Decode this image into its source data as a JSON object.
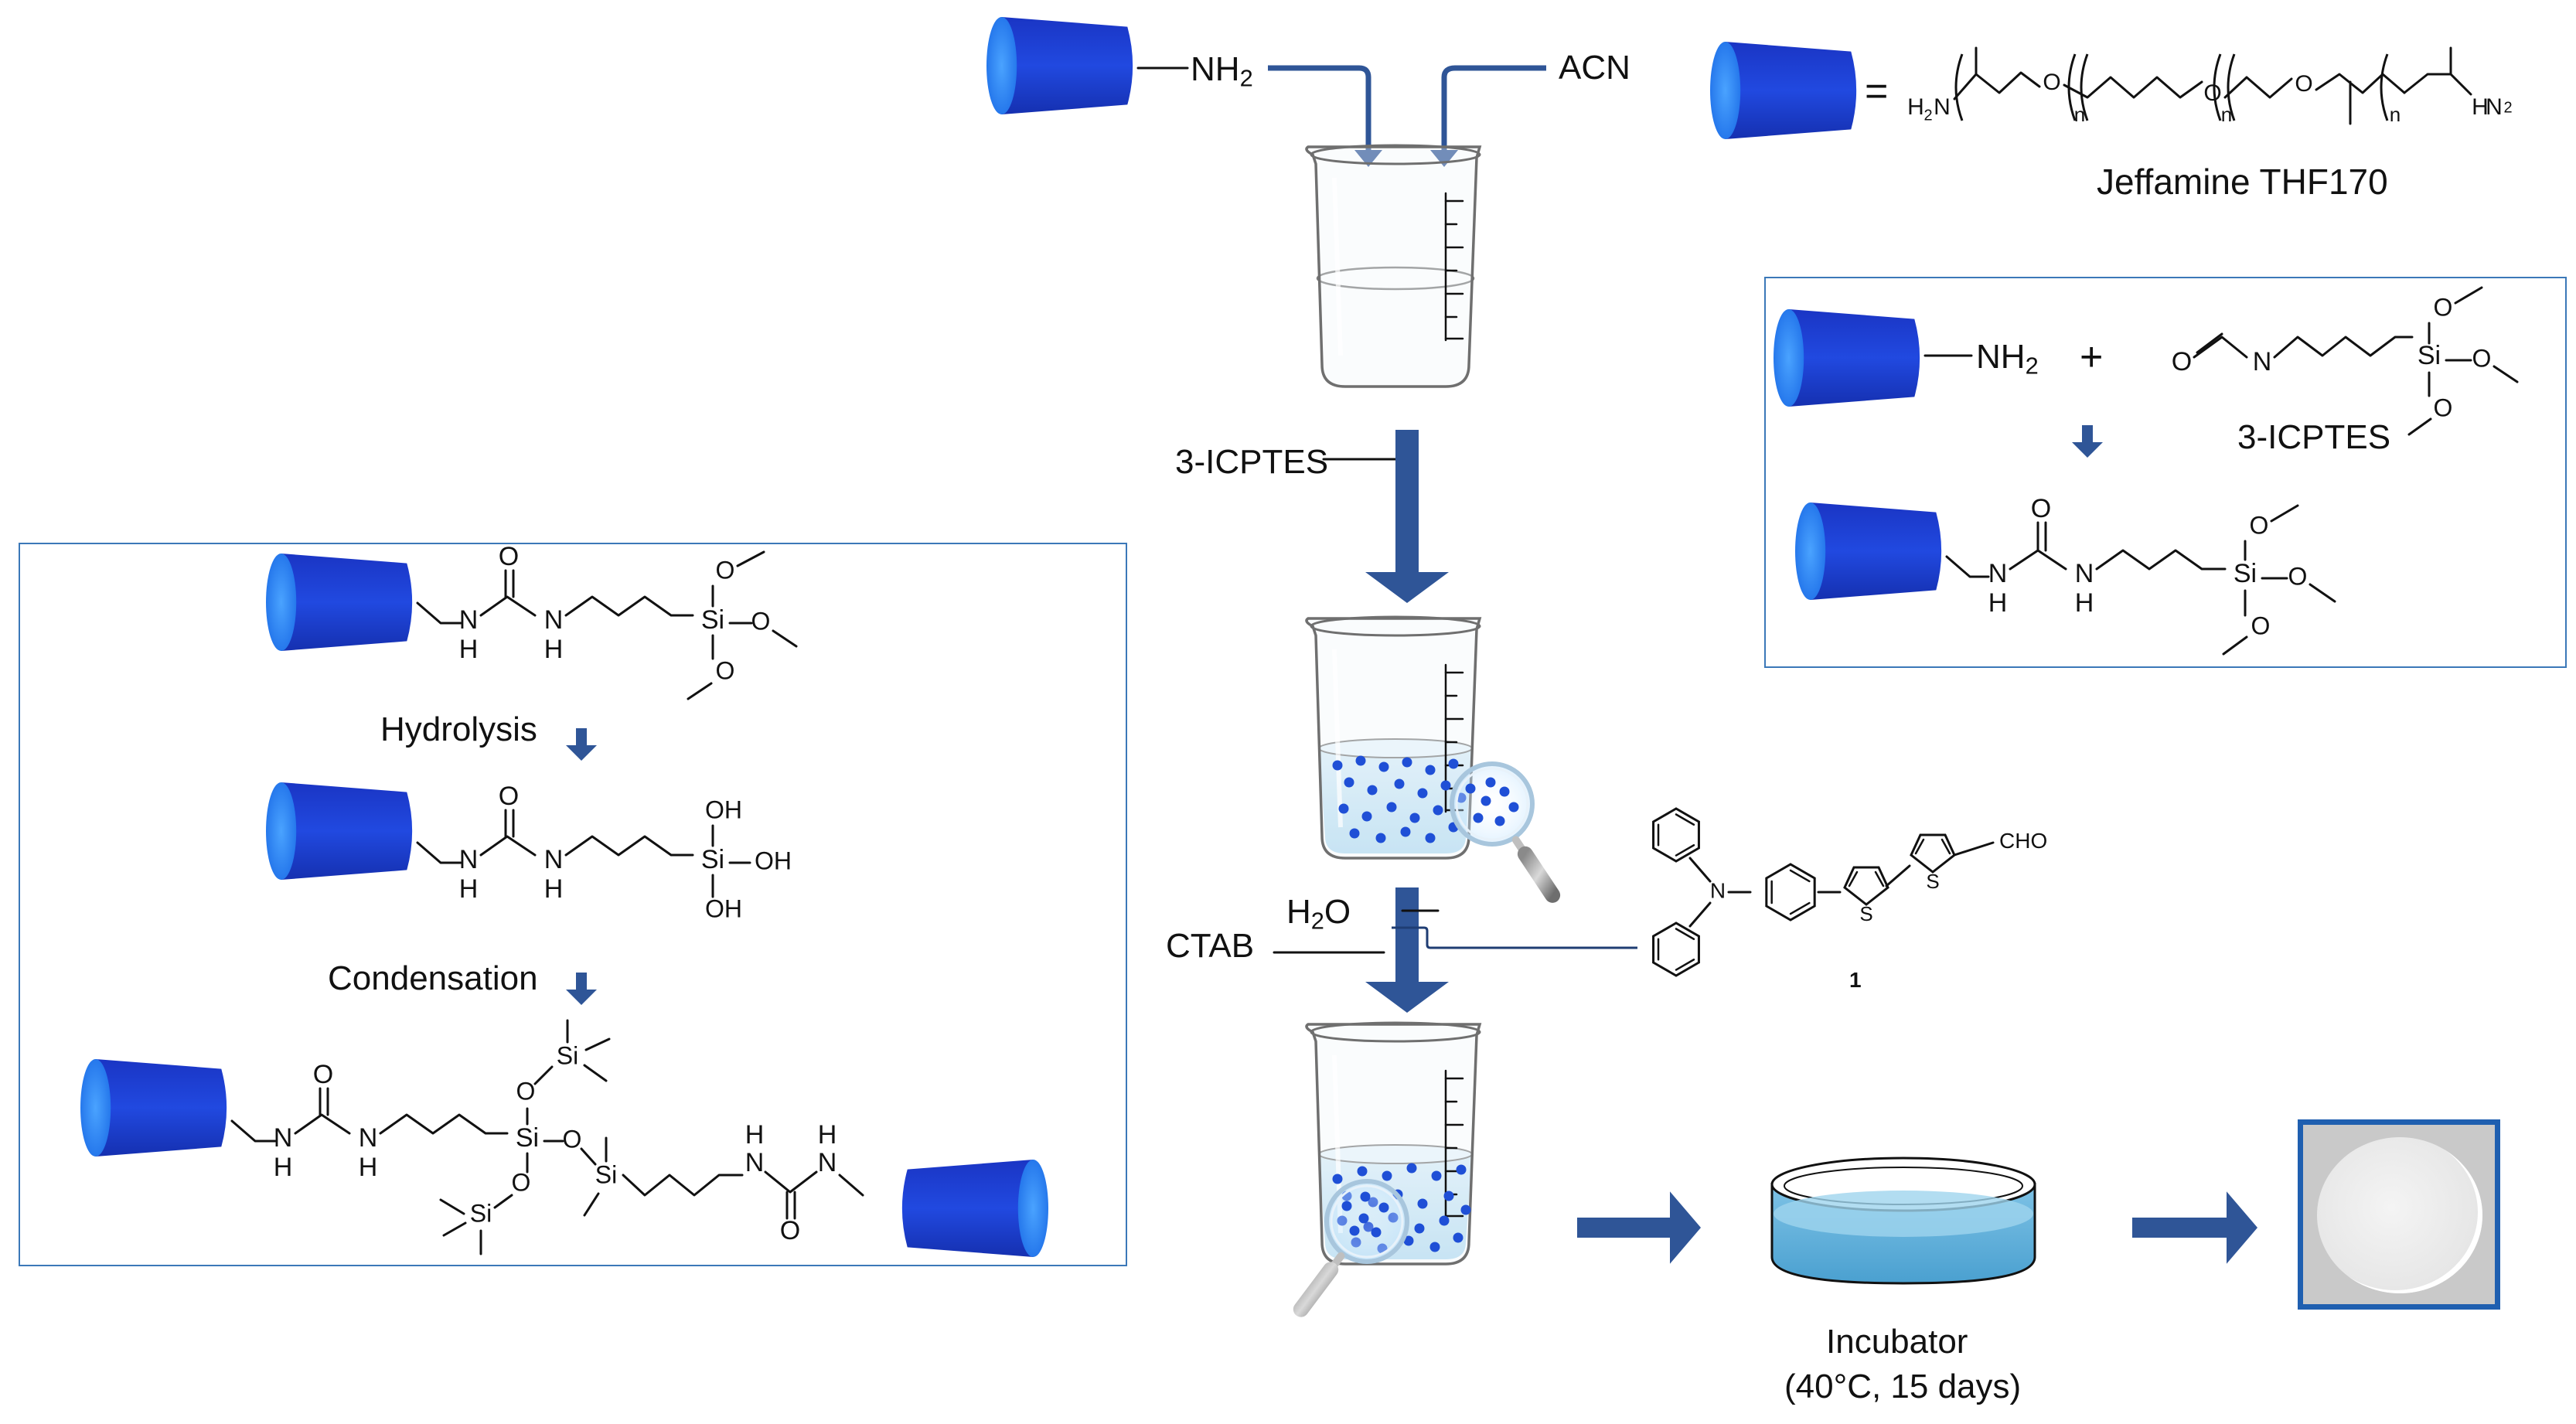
{
  "labels": {
    "nh2": "NH",
    "nh2_sub": "2",
    "acn": "ACN",
    "equals": "=",
    "jeffamine_name": "Jeffamine THF170",
    "icptes_step": "3-ICPTES",
    "ctab": "CTAB",
    "water_h": "H",
    "water_sub": "2",
    "water_o": "O",
    "incubator": "Incubator",
    "incubator_cond": "(40°C, 15 days)",
    "plus": "+",
    "icptes_box": "3-ICPTES",
    "hydrolysis": "Hydrolysis",
    "condensation": "Condensation",
    "compound_number": "1",
    "cho": "CHO"
  },
  "chem": {
    "o": "O",
    "n": "N",
    "h": "H",
    "si": "Si",
    "oh": "OH",
    "s": "S",
    "n_repeat": "n",
    "h2n": "H",
    "h2n_sub": "2",
    "h2n_n": "N"
  },
  "colors": {
    "polymer_blue": "#1f3fd1",
    "polymer_highlight": "#3a8df0",
    "arrow_blue": "#2f5597",
    "box_border": "#3b78b8",
    "liquid_blue": "#9fd0ea",
    "particle_blue": "#1f4fd6"
  }
}
